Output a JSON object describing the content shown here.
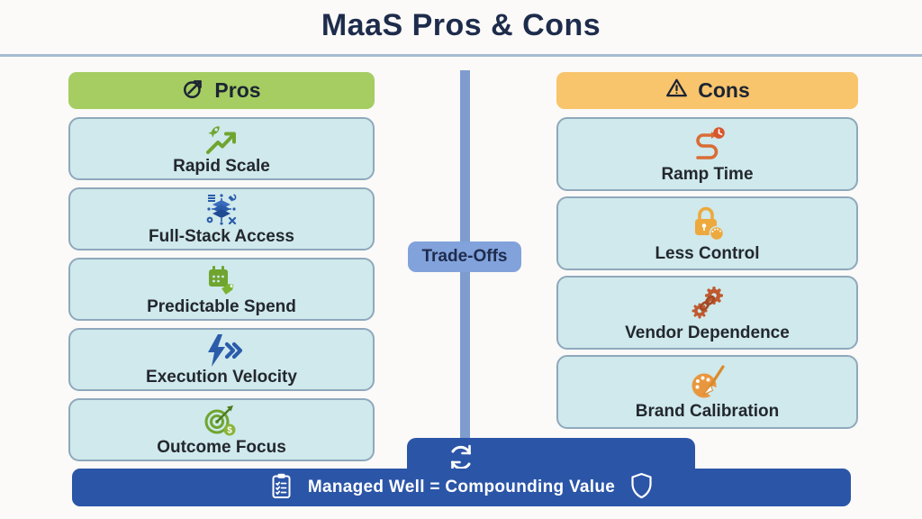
{
  "title": "MaaS Pros & Cons",
  "colors": {
    "bg": "#fbfaf8",
    "title-navy": "#1e2c4c",
    "rule": "#a6bad2",
    "pros-green": "#a5cd62",
    "cons-orange": "#f8c46c",
    "header-text": "#1c2433",
    "card-bg": "#cfe9ec",
    "card-border": "#8fa8bc",
    "card-text": "#23282e",
    "divider-blue": "#7e9cce",
    "tradeoff-bg": "#82a2dc",
    "banner-blue": "#2b55a7",
    "banner-text": "#ffffff",
    "green-icon": "#6fa52f",
    "blue-icon": "#2b5cab",
    "ramp-orange": "#d96c35",
    "lock-amber": "#eda93d",
    "vendor-rust": "#c05a2e",
    "brand-orange": "#e9973f"
  },
  "pros": {
    "header": "Pros",
    "header_icon": "trending-check-icon",
    "items": [
      {
        "label": "Rapid Scale",
        "icon": "rocket-growth-icon"
      },
      {
        "label": "Full-Stack Access",
        "icon": "stack-layers-icon"
      },
      {
        "label": "Predictable Spend",
        "icon": "calendar-tag-icon"
      },
      {
        "label": "Execution Velocity",
        "icon": "lightning-fast-forward-icon"
      },
      {
        "label": "Outcome Focus",
        "icon": "target-dollar-icon"
      }
    ]
  },
  "cons": {
    "header": "Cons",
    "header_icon": "warning-triangle-icon",
    "items": [
      {
        "label": "Ramp Time",
        "icon": "winding-arrow-clock-icon"
      },
      {
        "label": "Less Control",
        "icon": "padlock-dial-icon"
      },
      {
        "label": "Vendor Dependence",
        "icon": "gears-chain-icon"
      },
      {
        "label": "Brand Calibration",
        "icon": "palette-brush-icon"
      }
    ]
  },
  "center": {
    "tradeoff_label": "Trade-Offs"
  },
  "banner": {
    "label": "Managed Well = Compounding Value",
    "left_icon": "clipboard-checklist-icon",
    "top_icon": "refresh-cycle-icon",
    "right_icon": "shield-icon"
  }
}
